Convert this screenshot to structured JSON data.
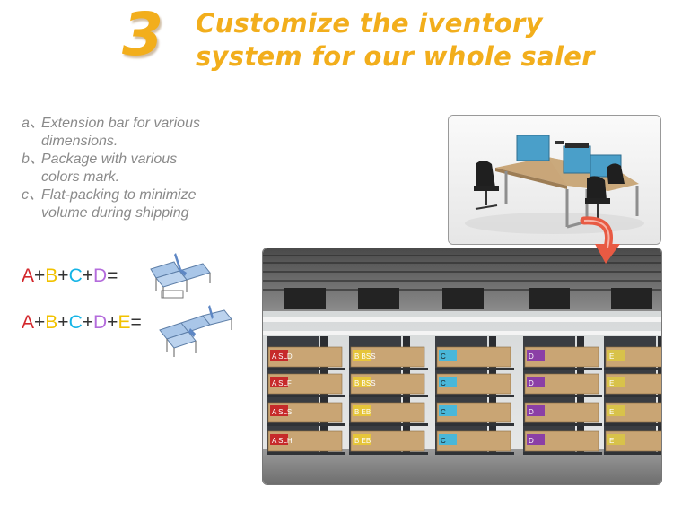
{
  "heading": {
    "step_number": "3",
    "title_line1": "Customize the iventory",
    "title_line2": "system for our whole saler"
  },
  "features": [
    {
      "marker": "a、",
      "line1": "Extension bar for various",
      "line2": "dimensions."
    },
    {
      "marker": "b、",
      "line1": "Package with various",
      "line2": "colors mark."
    },
    {
      "marker": "c、",
      "line1": "Flat-packing to minimize",
      "line2": "volume during shipping"
    }
  ],
  "formulas": [
    {
      "parts": [
        "A",
        "+",
        "B",
        "+",
        "C",
        "+",
        "D",
        "="
      ]
    },
    {
      "parts": [
        "A",
        "+",
        "B",
        "+",
        "C",
        "+",
        "D",
        "+",
        "E",
        "="
      ]
    }
  ],
  "warehouse": {
    "columns": [
      {
        "letter": "A",
        "color": "#c62a2a",
        "labels": [
          "A SLD",
          "A SLF",
          "A SLS",
          "A SLH"
        ]
      },
      {
        "letter": "B",
        "color": "#e6c53a",
        "labels": [
          "B BSS",
          "B BSS",
          "B EB",
          "B EB"
        ]
      },
      {
        "letter": "C",
        "color": "#49b7d9",
        "labels": [
          "C",
          "C",
          "C",
          "C"
        ]
      },
      {
        "letter": "D",
        "color": "#8b3fa6",
        "labels": [
          "D",
          "D",
          "D",
          "D"
        ]
      },
      {
        "letter": "E",
        "color": "#d8c24a",
        "labels": [
          "E",
          "E",
          "E",
          "E"
        ]
      }
    ]
  },
  "colors": {
    "title": "#f2ae1c",
    "feature_text": "#8a8a8a",
    "arrow": "#e85a43",
    "panel_blue": "#4a9fc9"
  }
}
